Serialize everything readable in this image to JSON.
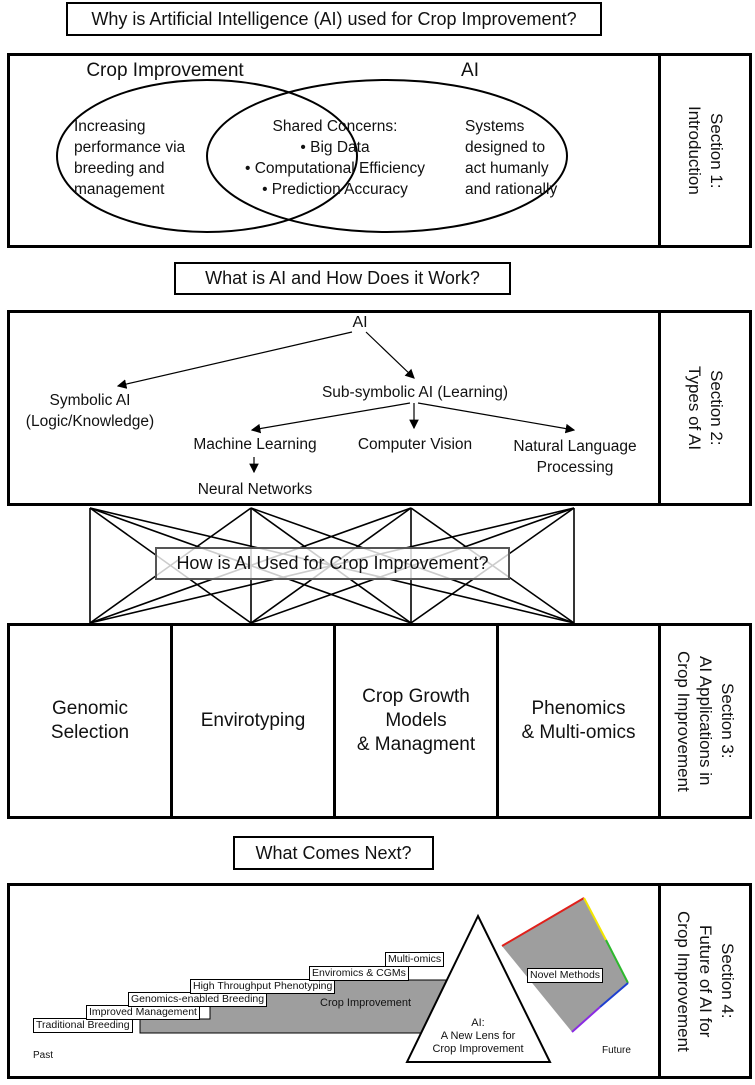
{
  "section1": {
    "question": "Why is Artificial Intelligence (AI) used for Crop Improvement?",
    "label": "Section 1:\nIntroduction",
    "left_title": "Crop Improvement",
    "right_title": "AI",
    "left_text": "Increasing\nperformance via\nbreeding and\nmanagement",
    "center_text": "Shared Concerns:\n• Big Data\n• Computational Efficiency\n• Prediction Accuracy",
    "right_text": "Systems\ndesigned to\nact humanly\nand rationally"
  },
  "section2": {
    "question": "What is AI and How Does it Work?",
    "label": "Section 2:\nTypes of AI",
    "root": "AI",
    "symbolic": "Symbolic AI\n(Logic/Knowledge)",
    "subsymbolic": "Sub-symbolic AI (Learning)",
    "ml": "Machine Learning",
    "cv": "Computer Vision",
    "nlp": "Natural Language\nProcessing",
    "nn": "Neural Networks"
  },
  "section3": {
    "question": "How is AI Used for Crop Improvement?",
    "label": "Section 3:\nAI Applications in\nCrop Improvement",
    "cells": [
      "Genomic\nSelection",
      "Envirotyping",
      "Crop Growth\nModels\n& Managment",
      "Phenomics\n& Multi-omics"
    ]
  },
  "section4": {
    "question": "What Comes Next?",
    "label": "Section 4:\nFuture of AI for\nCrop Improvement",
    "steps": [
      "Traditional Breeding",
      "Improved Management",
      "Genomics-enabled Breeding",
      "High Throughput Phenotyping",
      "Enviromics & CGMs",
      "Multi-omics"
    ],
    "crop_improvement": "Crop Improvement",
    "triangle_text": "AI:\nA New Lens for\nCrop Improvement",
    "novel": "Novel Methods",
    "past": "Past",
    "future": "Future"
  },
  "colors": {
    "stair_fill": "#9e9e9e",
    "novel_fill": "#9e9e9e",
    "edge_red": "#e0201b",
    "edge_yellow": "#f2e600",
    "edge_green": "#2eb82e",
    "edge_blue": "#1e3fd0",
    "edge_purple": "#8a2be2"
  }
}
